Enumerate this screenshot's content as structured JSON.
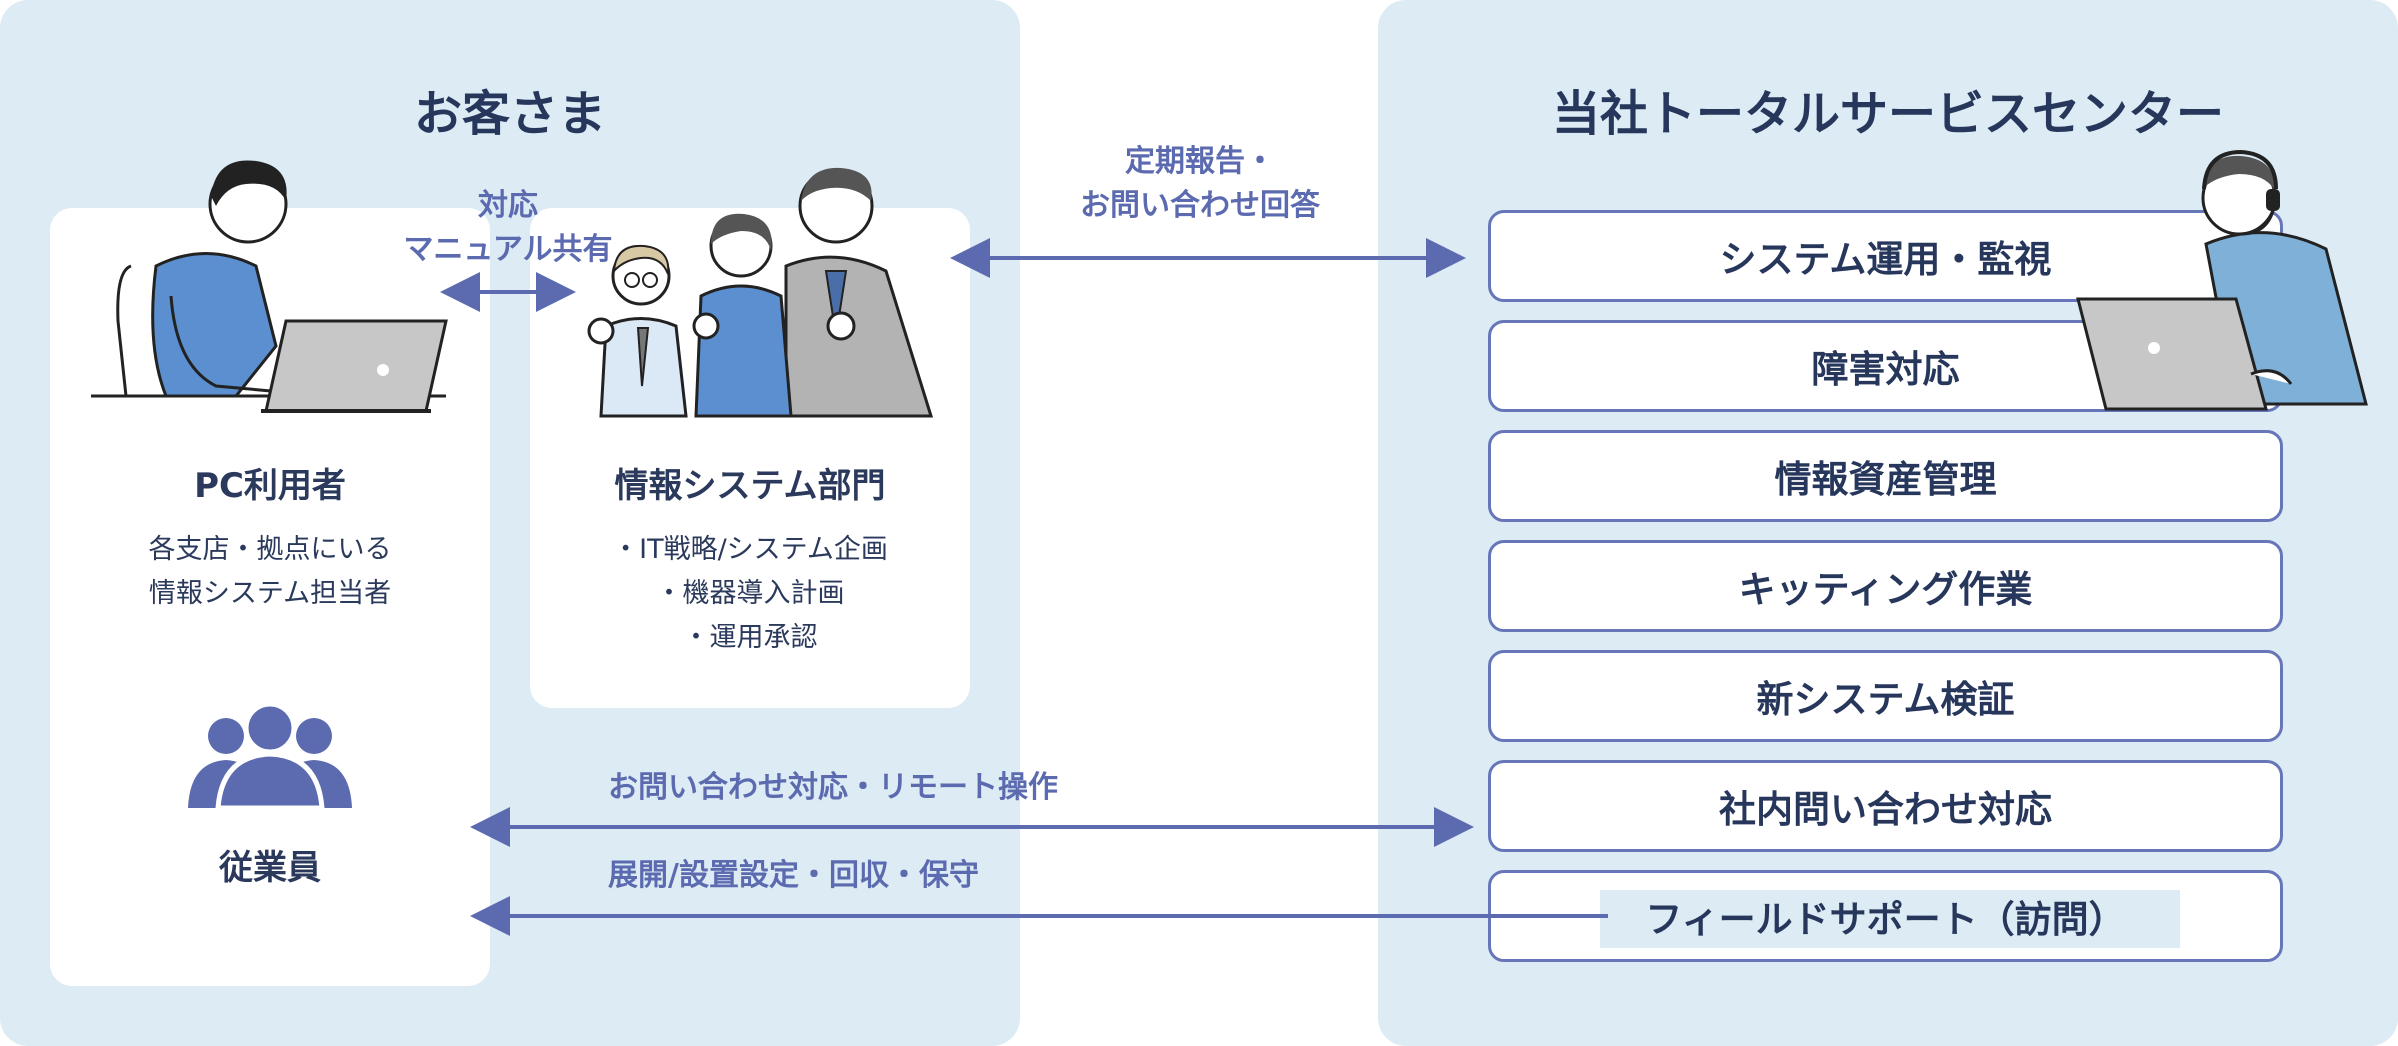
{
  "customer": {
    "title": "お客さま",
    "pc_user": {
      "name": "PC利用者",
      "desc": [
        "各支店・拠点にいる",
        "情報システム担当者"
      ]
    },
    "it_dept": {
      "name": "情報システム部門",
      "items": [
        "・IT戦略/システム企画",
        "・機器導入計画",
        "・運用承認"
      ]
    },
    "employee": {
      "name": "従業員"
    }
  },
  "center": {
    "title": "当社トータルサービスセンター",
    "services": [
      "システム運用・監視",
      "障害対応",
      "情報資産管理",
      "キッティング作業",
      "新システム検証",
      "社内問い合わせ対応",
      "フィールドサポート（訪問）"
    ]
  },
  "arrows": {
    "manual_share": [
      "対応",
      "マニュアル共有"
    ],
    "report": [
      "定期報告・",
      "お問い合わせ回答"
    ],
    "inquiry": "お問い合わせ対応・リモート操作",
    "deploy": "展開/設置設定・回収・保守"
  },
  "colors": {
    "panel_bg": "#dcebf4",
    "accent": "#5c6bb0",
    "text": "#27375c",
    "highlight": "#dcebf4"
  },
  "icons": [
    "person-laptop-icon",
    "business-team-icon",
    "group-icon",
    "headset-operator-icon"
  ]
}
